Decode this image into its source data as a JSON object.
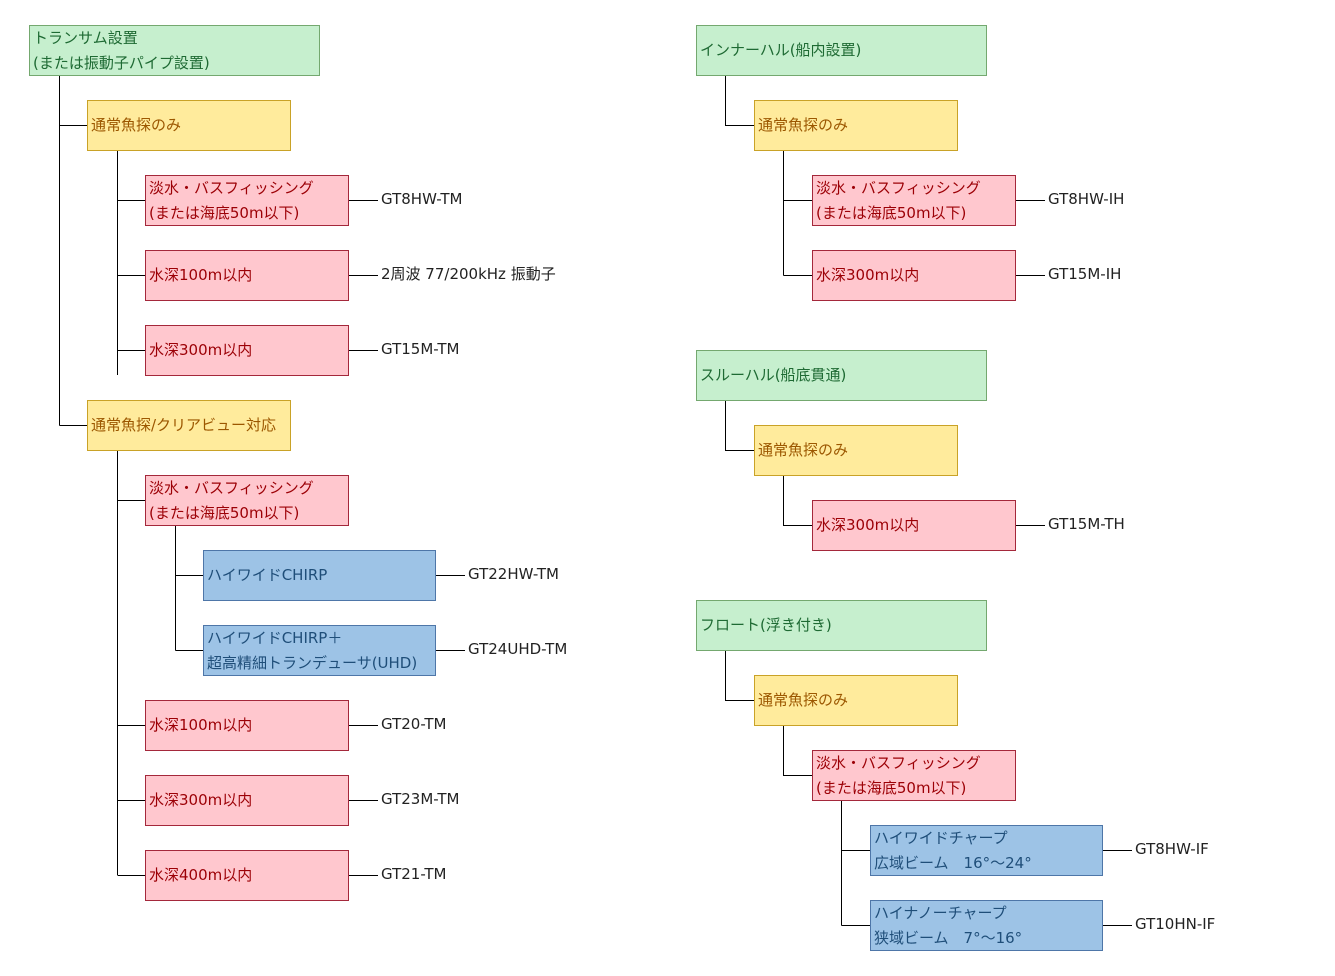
{
  "categories": {
    "transom": {
      "line1": "トランサム設置",
      "line2": "(または振動子パイプ設置)"
    },
    "inhull": {
      "line1": "インナーハル(船内設置)"
    },
    "thruhull": {
      "line1": "スルーハル(船底貫通)"
    },
    "float": {
      "line1": "フロート(浮き付き)"
    }
  },
  "transom": {
    "normal": {
      "label": "通常魚探のみ",
      "fresh": {
        "line1": "淡水・バスフィッシング",
        "line2": "(または海底50m以下)",
        "model": "GT8HW-TM"
      },
      "d100": {
        "label": "水深100m以内",
        "model": "2周波 77/200kHz 振動子"
      },
      "d300": {
        "label": "水深300m以内",
        "model": "GT15M-TM"
      }
    },
    "clear": {
      "label": "通常魚探/クリアビュー対応",
      "fresh": {
        "line1": "淡水・バスフィッシング",
        "line2": "(または海底50m以下)"
      },
      "chirp": {
        "label": "ハイワイドCHIRP",
        "model": "GT22HW-TM"
      },
      "uhd": {
        "line1": "ハイワイドCHIRP＋",
        "line2": "超高精細トランデューサ(UHD)",
        "model": "GT24UHD-TM"
      },
      "d100": {
        "label": "水深100m以内",
        "model": "GT20-TM"
      },
      "d300": {
        "label": "水深300m以内",
        "model": "GT23M-TM"
      },
      "d400": {
        "label": "水深400m以内",
        "model": "GT21-TM"
      }
    }
  },
  "inhull": {
    "normal": {
      "label": "通常魚探のみ"
    },
    "fresh": {
      "line1": "淡水・バスフィッシング",
      "line2": "(または海底50m以下)",
      "model": "GT8HW-IH"
    },
    "d300": {
      "label": "水深300m以内",
      "model": "GT15M-IH"
    }
  },
  "thruhull": {
    "normal": {
      "label": "通常魚探のみ"
    },
    "d300": {
      "label": "水深300m以内",
      "model": "GT15M-TH"
    }
  },
  "float": {
    "normal": {
      "label": "通常魚探のみ"
    },
    "fresh": {
      "line1": "淡水・バスフィッシング",
      "line2": "(または海底50m以下)"
    },
    "wide": {
      "line1": "ハイワイドチャープ",
      "line2": "広域ビーム　16°～24°",
      "model": "GT8HW-IF"
    },
    "narrow": {
      "line1": "ハイナノーチャープ",
      "line2": "狭域ビーム　7°～16°",
      "model": "GT10HN-IF"
    }
  },
  "colors": {
    "category": "#c6efce",
    "mode": "#ffeb9c",
    "condition": "#ffc7ce",
    "chirp": "#9dc3e6"
  }
}
